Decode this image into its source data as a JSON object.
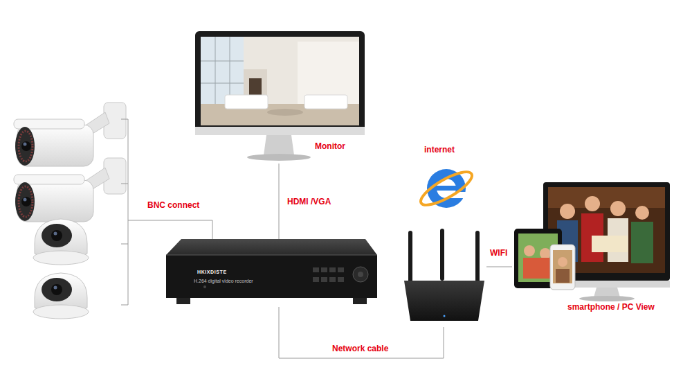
{
  "diagram": {
    "nodes": [
      {
        "text": [
          "Monitor"
        ]
      },
      {
        "text": [
          "HKIXDISTE",
          "H.264 digital video recorder"
        ]
      },
      {
        "text": [
          "internet"
        ]
      },
      {
        "text": [
          "smartphone / PC View"
        ]
      }
    ],
    "edges": [
      {
        "from": 1,
        "to": 0,
        "arrow": "none",
        "label": "HDMI /VGA"
      },
      {
        "from": 1,
        "to": 2,
        "arrow": "none",
        "label": "Network cable"
      },
      {
        "from": 2,
        "to": 3,
        "arrow": "none",
        "label": "WIFI"
      }
    ],
    "labels": [
      "BNC connect"
    ]
  }
}
